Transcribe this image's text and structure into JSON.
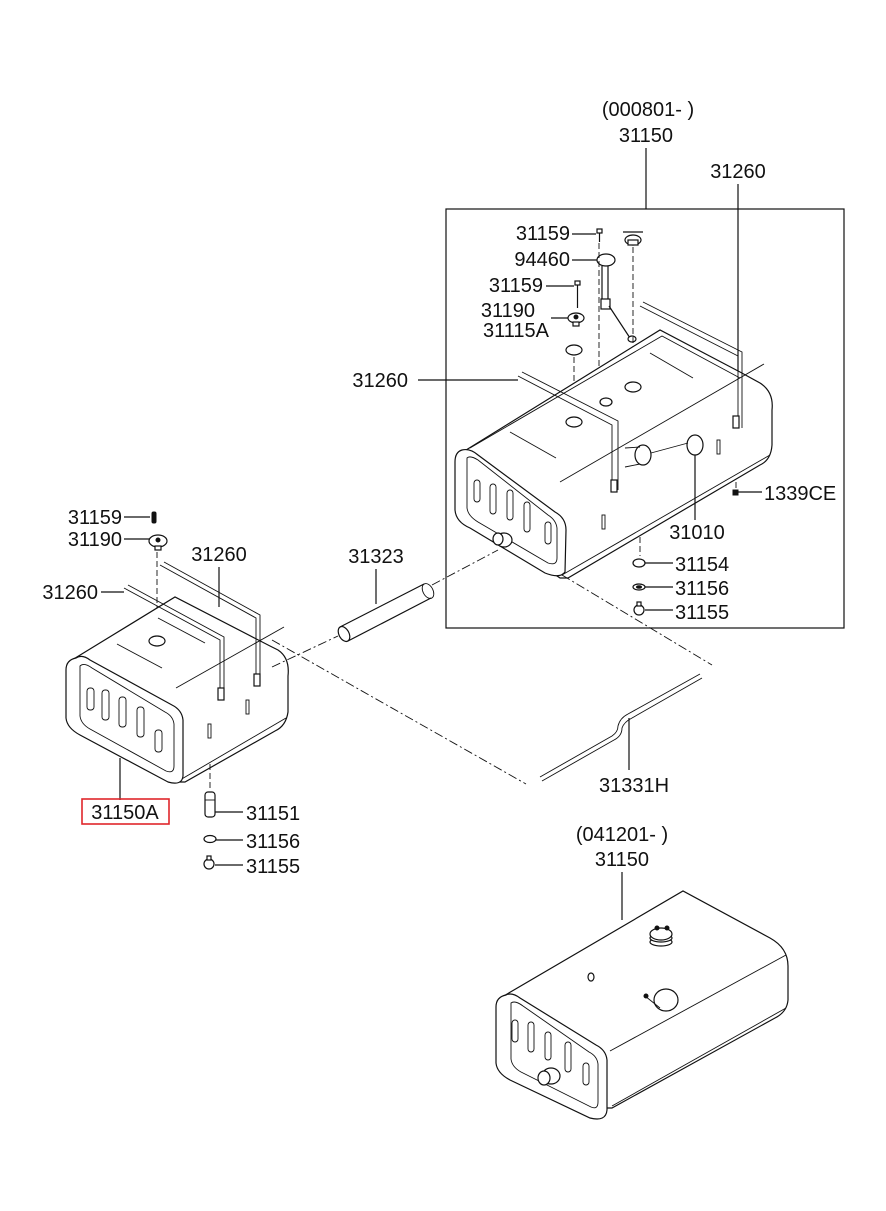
{
  "diagram": {
    "type": "exploded-parts-diagram",
    "subject": "fuel tank assembly",
    "highlight_color": "#e0262b",
    "groups": {
      "upper": {
        "date_range": "(000801- )",
        "part_no": "31150"
      },
      "lower": {
        "date_range": "(041201- )",
        "part_no": "31150"
      }
    },
    "labels": {
      "upper_31260_top": "31260",
      "upper_31159_a": "31159",
      "upper_94460": "94460",
      "upper_31159_b": "31159",
      "upper_31190": "31190",
      "upper_31115A": "31115A",
      "upper_31260_left": "31260",
      "upper_1339CE": "1339CE",
      "upper_31010": "31010",
      "upper_31154": "31154",
      "upper_31156": "31156",
      "upper_31155": "31155",
      "left_31159": "31159",
      "left_31190": "31190",
      "left_31260_right": "31260",
      "left_31260_left": "31260",
      "pipe_31323": "31323",
      "plate_31331H": "31331H",
      "left_31150A": "31150A",
      "left_31151": "31151",
      "left_31156": "31156",
      "left_31155": "31155"
    },
    "highlighted_part": "31150A"
  }
}
